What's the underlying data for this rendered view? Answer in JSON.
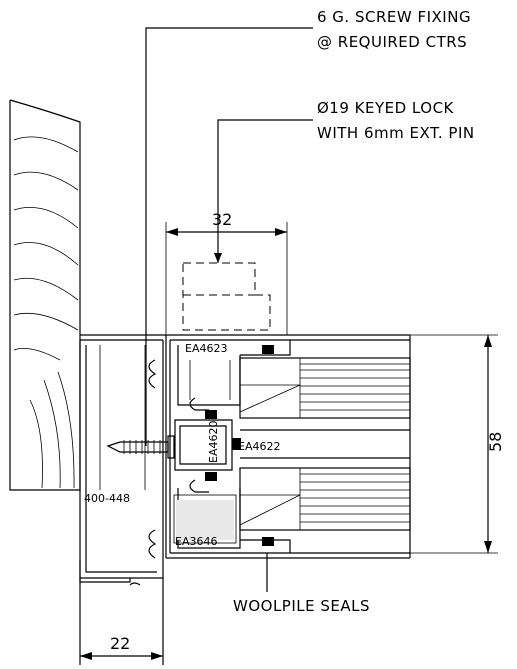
{
  "notes": {
    "screw_fixing_line1": "6 G. SCREW FIXING",
    "screw_fixing_line2": "@ REQUIRED CTRS",
    "lock_line1": "Ø19 KEYED LOCK",
    "lock_line2": "WITH 6mm EXT. PIN",
    "woolpile": "WOOLPILE SEALS"
  },
  "dimensions": {
    "top": "32",
    "right": "58",
    "bottom": "22"
  },
  "labels": {
    "range": "400-448",
    "ea4623": "EA4623",
    "ea4622": "EA4622",
    "ea4620": "EA4620",
    "ea3646": "EA3646"
  }
}
